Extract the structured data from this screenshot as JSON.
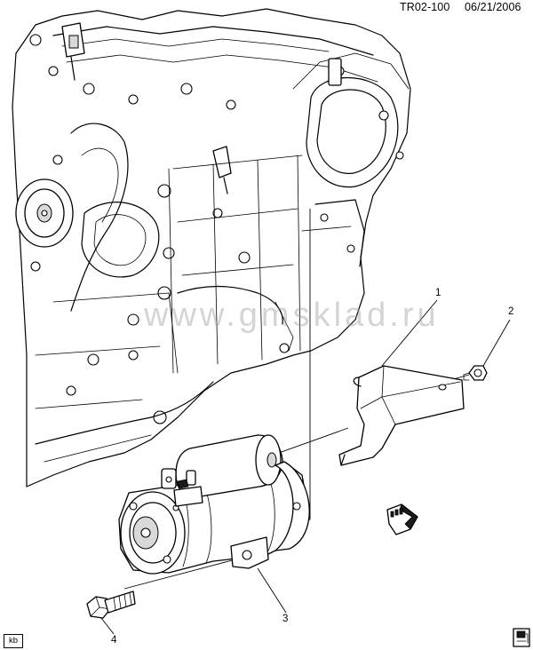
{
  "header": {
    "doc_id": "TR02-100",
    "date": "06/21/2006"
  },
  "watermark": "www.gmsklad.ru",
  "callouts": {
    "c1": "1",
    "c2": "2",
    "c3": "3",
    "c4": "4"
  },
  "footer": {
    "kb_label": "kb"
  },
  "icons": {
    "front_arrow": "front-direction-arrow-icon",
    "fuel_pump": "fuel-pump-icon"
  }
}
